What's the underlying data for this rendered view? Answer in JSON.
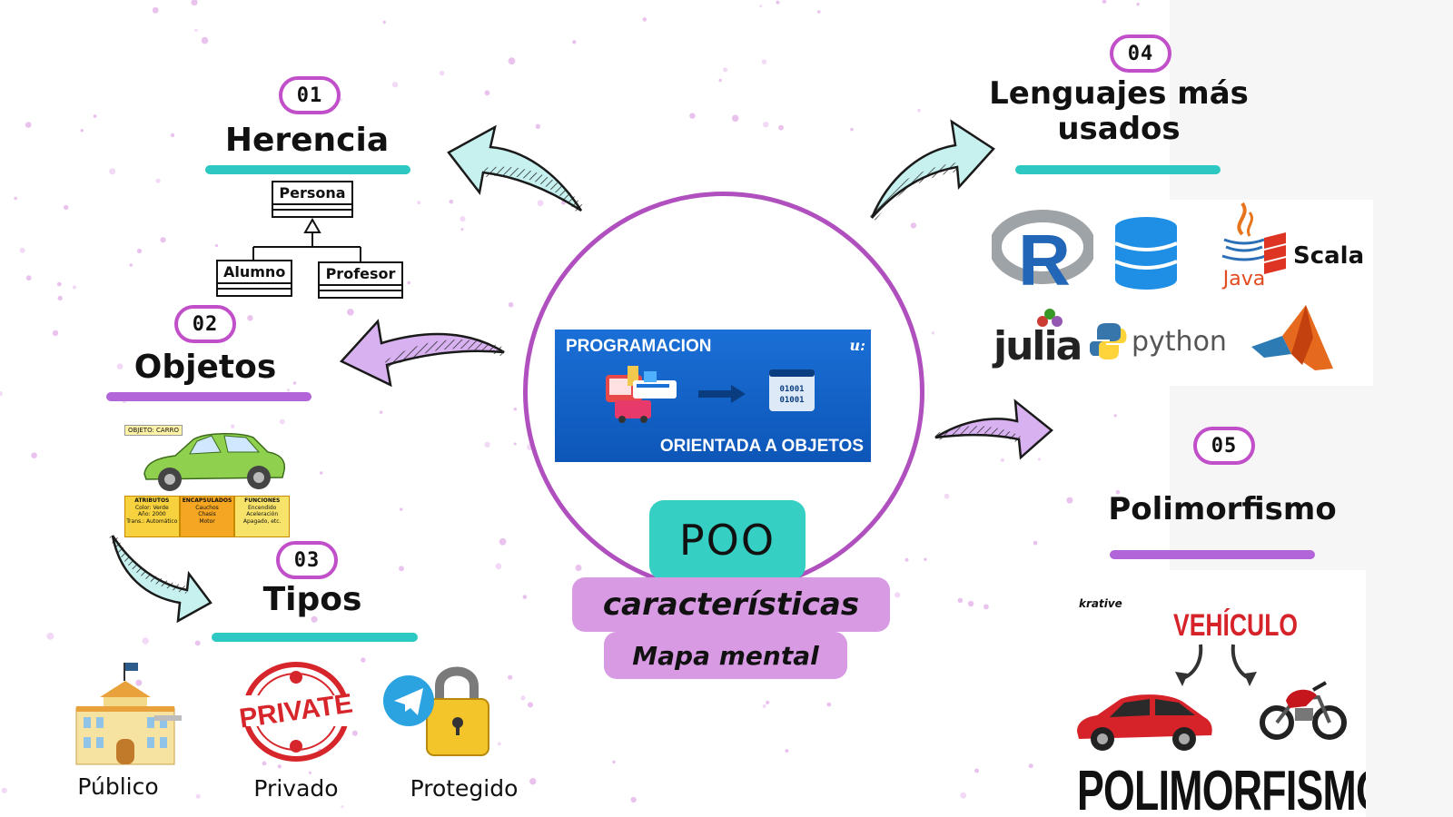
{
  "center": {
    "banner_top": "PROGRAMACION",
    "banner_bottom": "ORIENTADA A OBJETOS",
    "banner_corner": "u:",
    "poo": "POO",
    "subtitle": "características",
    "subtitle2": "Mapa mental"
  },
  "sections": [
    {
      "number": "01",
      "title": "Herencia"
    },
    {
      "number": "02",
      "title": "Objetos"
    },
    {
      "number": "03",
      "title": "Tipos"
    },
    {
      "number": "04",
      "title": "Lenguajes más usados"
    },
    {
      "number": "05",
      "title": "Polimorfismo"
    }
  ],
  "herencia": {
    "parent": "Persona",
    "children": [
      "Alumno",
      "Profesor"
    ]
  },
  "objetos": {
    "tag": "OBJETO: CARRO",
    "columns": [
      {
        "header": "ATRIBUTOS",
        "lines": [
          "Color: Verde",
          "Año: 2000",
          "Trans.: Automático"
        ],
        "color": "#f7d23e"
      },
      {
        "header": "ENCAPSULADOS",
        "lines": [
          "Cauchos",
          "Chasis",
          "Motor"
        ],
        "color": "#f5a623"
      },
      {
        "header": "FUNCIONES",
        "lines": [
          "Encendido",
          "Aceleración",
          "Apagado, etc."
        ],
        "color": "#f7e36a"
      }
    ]
  },
  "tipos": {
    "items": [
      {
        "label": "Público",
        "icon": "building-icon"
      },
      {
        "label": "Privado",
        "icon": "private-stamp-icon",
        "stamp": "PRIVATE"
      },
      {
        "label": "Protegido",
        "icon": "padlock-icon"
      }
    ]
  },
  "lenguajes": {
    "logos": [
      {
        "name": "R",
        "icon": "r-logo-icon"
      },
      {
        "name": "",
        "icon": "database-icon"
      },
      {
        "name": "Java",
        "icon": "java-logo-icon"
      },
      {
        "name": "Scala",
        "icon": "scala-logo-icon"
      },
      {
        "name": "julia",
        "icon": "julia-logo-icon"
      },
      {
        "name": "python",
        "icon": "python-logo-icon"
      },
      {
        "name": "",
        "icon": "matlab-logo-icon"
      }
    ]
  },
  "polimorfismo": {
    "brand": "krative",
    "title": "VEHÍCULO",
    "big_label": "POLIMORFISMO"
  },
  "colors": {
    "teal": "#2ec8c2",
    "violet": "#b264d9",
    "circle": "#b04fbe",
    "pill": "#d79ae3",
    "badge_border": "#c14fc9"
  }
}
